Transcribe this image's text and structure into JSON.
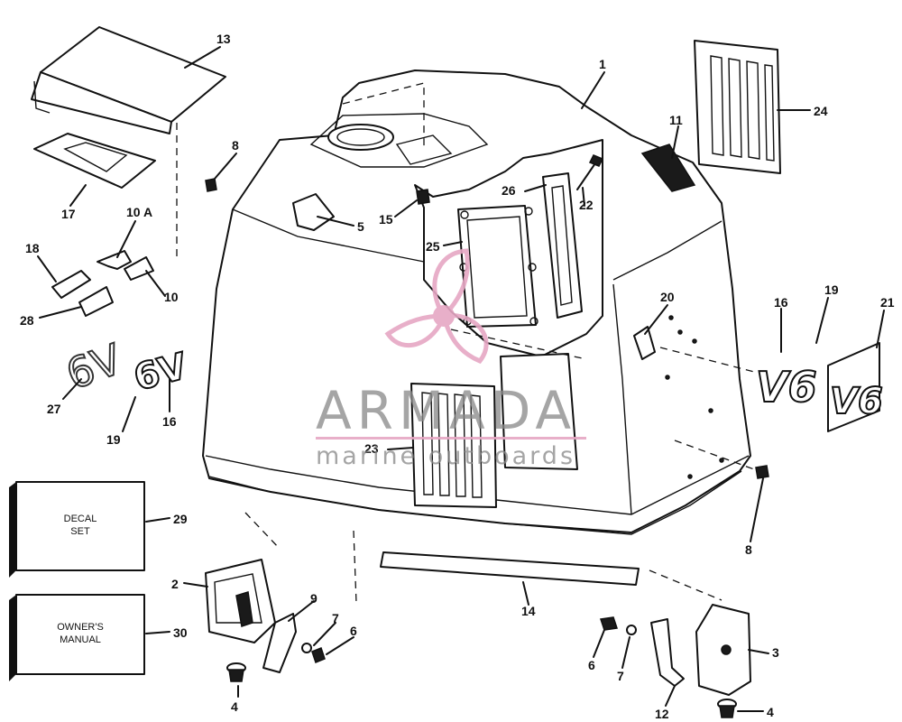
{
  "callouts": {
    "c1": "1",
    "c2": "2",
    "c3": "3",
    "c4a": "4",
    "c4b": "4",
    "c5": "5",
    "c6a": "6",
    "c6b": "6",
    "c7a": "7",
    "c7b": "7",
    "c8a": "8",
    "c8b": "8",
    "c9": "9",
    "c10": "10",
    "c10a": "10 A",
    "c11": "11",
    "c12": "12",
    "c13": "13",
    "c14": "14",
    "c15": "15",
    "c16a": "16",
    "c16b": "16",
    "c17": "17",
    "c18": "18",
    "c19a": "19",
    "c19b": "19",
    "c20": "20",
    "c21": "21",
    "c22": "22",
    "c23": "23",
    "c24": "24",
    "c25": "25",
    "c26": "26",
    "c27": "27",
    "c28": "28",
    "c29": "29",
    "c30": "30"
  },
  "boxes": {
    "decal_line1": "DECAL",
    "decal_line2": "SET",
    "manual_line1": "OWNER'S",
    "manual_line2": "MANUAL"
  },
  "decals": {
    "v6_front": "V6",
    "v6_plate": "V6",
    "v6_left": "6V",
    "v6_left_small": "6V"
  },
  "watermark": {
    "brand": "ARMADA",
    "tagline": "marine outboards",
    "accent": "#e6a7c4"
  }
}
